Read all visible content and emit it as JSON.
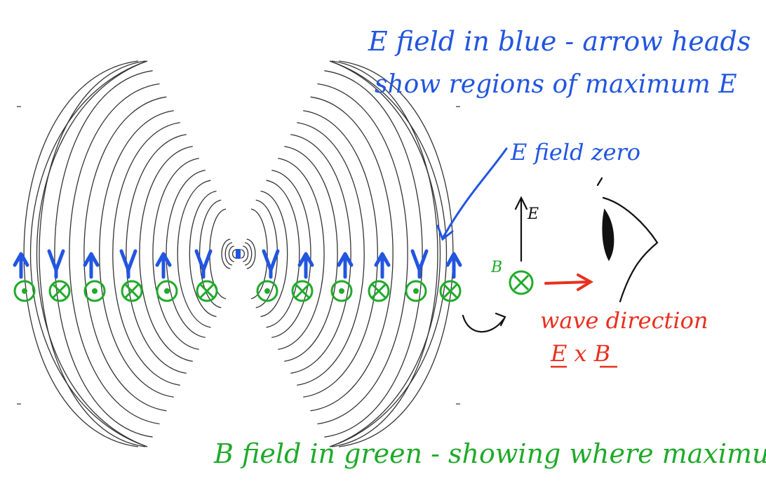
{
  "annotations": {
    "e_field_line1": "E field in blue - arrow heads",
    "e_field_line2": "show regions of maximum E",
    "e_field_zero": "E field zero",
    "e_label": "E",
    "b_label": "B",
    "wave_direction": "wave direction",
    "exb": "E x B",
    "b_field": "B field in green - showing where maximum"
  },
  "colors": {
    "e_field": "#2255e0",
    "b_field": "#1faa2a",
    "wave": "#e8301e",
    "contours": "#333333",
    "ink": "#111111"
  },
  "diagram": {
    "source": "oscillating dipole",
    "b_markers_left": [
      "dot",
      "cross",
      "dot",
      "cross",
      "dot",
      "cross"
    ],
    "b_markers_right": [
      "dot",
      "cross",
      "dot",
      "cross",
      "dot",
      "cross"
    ],
    "e_arrows_left": [
      "up",
      "down",
      "up",
      "down",
      "up",
      "down"
    ],
    "e_arrows_right": [
      "down",
      "up",
      "up",
      "up",
      "down",
      "up"
    ]
  }
}
